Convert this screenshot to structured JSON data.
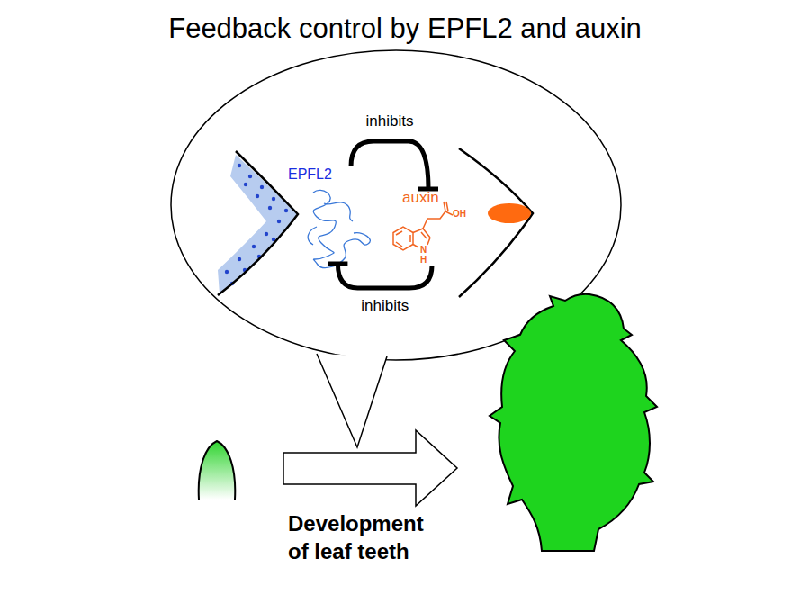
{
  "diagram": {
    "title": "Feedback control by EPFL2 and auxin",
    "nodes": [
      {
        "text": [
          "EPFL2"
        ]
      },
      {
        "text": [
          "auxin"
        ]
      }
    ],
    "edges": [
      {
        "from": 0,
        "to": 1,
        "label": "inhibits",
        "arrow": "to"
      },
      {
        "from": 1,
        "to": 0,
        "label": "inhibits",
        "arrow": "to"
      }
    ],
    "labels": [
      "OH",
      "N",
      "H",
      "Development of leaf teeth"
    ]
  }
}
